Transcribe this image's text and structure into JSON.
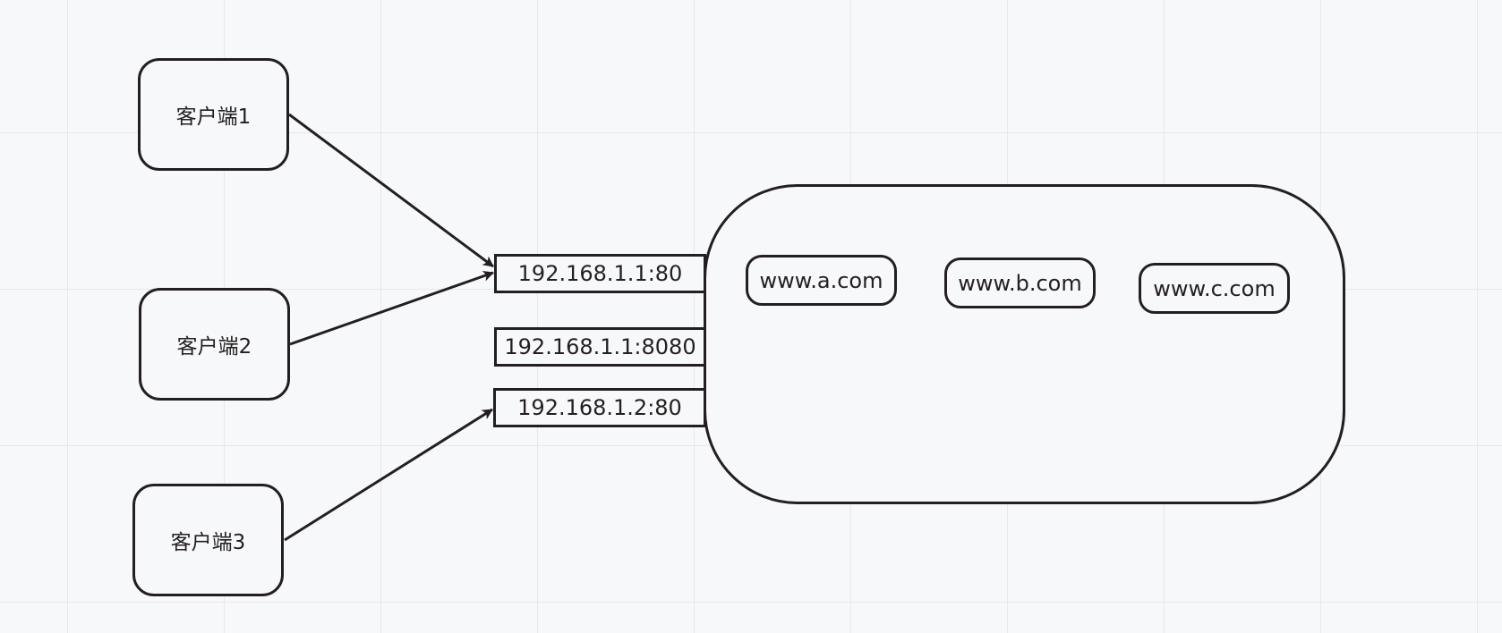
{
  "diagram": {
    "clients": [
      {
        "id": "client-1",
        "label": "客户端1"
      },
      {
        "id": "client-2",
        "label": "客户端2"
      },
      {
        "id": "client-3",
        "label": "客户端3"
      }
    ],
    "endpoints": [
      {
        "id": "endpoint-1",
        "label": "192.168.1.1:80"
      },
      {
        "id": "endpoint-2",
        "label": "192.168.1.1:8080"
      },
      {
        "id": "endpoint-3",
        "label": "192.168.1.2:80"
      }
    ],
    "server": {
      "sites": [
        {
          "id": "site-a",
          "label": "www.a.com"
        },
        {
          "id": "site-b",
          "label": "www.b.com"
        },
        {
          "id": "site-c",
          "label": "www.c.com"
        }
      ]
    },
    "edges": [
      {
        "from": "client-1",
        "to": "endpoint-1",
        "arrow": true
      },
      {
        "from": "client-2",
        "to": "endpoint-1",
        "arrow": true
      },
      {
        "from": "client-3",
        "to": "endpoint-3",
        "arrow": true
      }
    ],
    "colors": {
      "stroke": "#231f20",
      "background": "#f7f8fa",
      "grid": "#e6e8ec"
    }
  }
}
